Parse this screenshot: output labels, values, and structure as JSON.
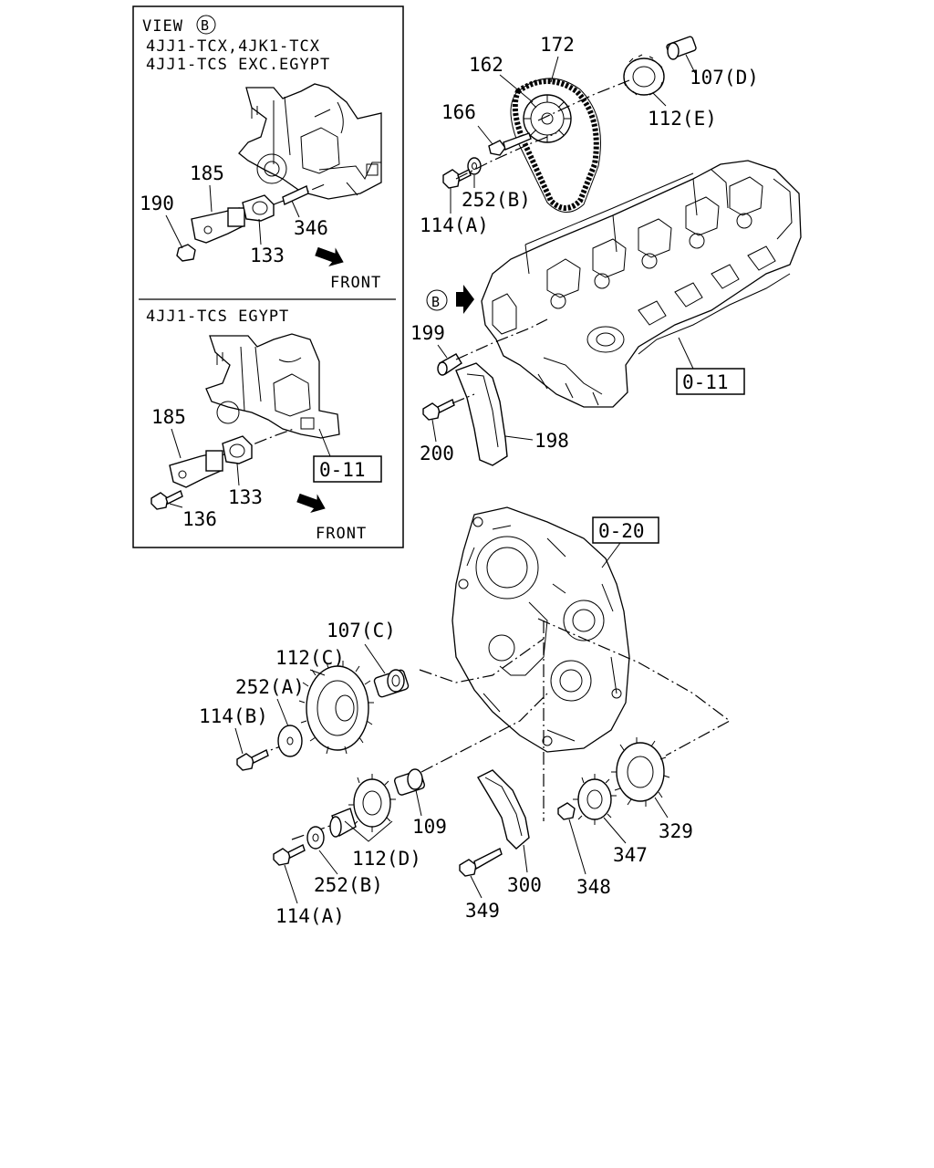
{
  "inset": {
    "view_label": "VIEW",
    "view_marker": "B",
    "top_caption_line1": "4JJ1-TCX,4JK1-TCX",
    "top_caption_line2": "4JJ1-TCS EXC.EGYPT",
    "bottom_caption": "4JJ1-TCS EGYPT",
    "front_label": "FRONT",
    "top_callouts": [
      "185",
      "190",
      "133",
      "346"
    ],
    "bottom_callouts": [
      "185",
      "133",
      "136"
    ],
    "ref_box": "0-11"
  },
  "main": {
    "view_marker": "B",
    "ref_boxes": [
      "0-11",
      "0-20"
    ],
    "callouts": {
      "c172": "172",
      "c162": "162",
      "c107d": "107(D)",
      "c166": "166",
      "c112e": "112(E)",
      "c252b_top": "252(B)",
      "c114a_top": "114(A)",
      "c199": "199",
      "c200": "200",
      "c198": "198",
      "c107c": "107(C)",
      "c112c": "112(C)",
      "c252a": "252(A)",
      "c114b": "114(B)",
      "c109": "109",
      "c112d": "112(D)",
      "c252b_bot": "252(B)",
      "c114a_bot": "114(A)",
      "c349": "349",
      "c300": "300",
      "c348": "348",
      "c347": "347",
      "c329": "329"
    }
  }
}
